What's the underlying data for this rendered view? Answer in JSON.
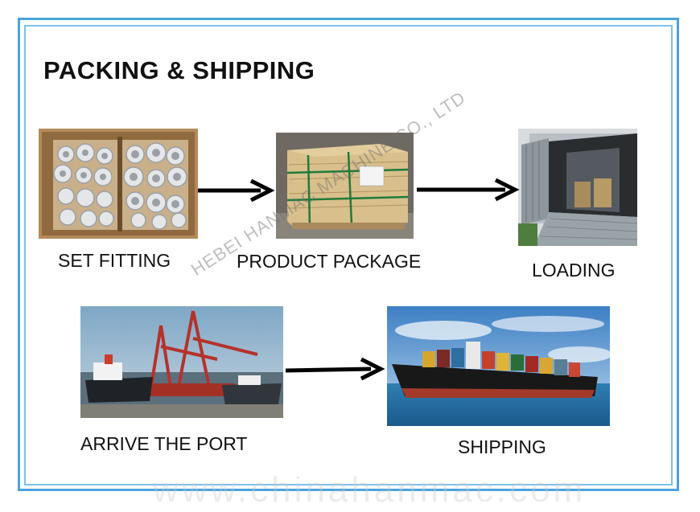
{
  "title": "PACKING & SHIPPING",
  "captions": {
    "set_fitting": "SET FITTING",
    "product_package": "PRODUCT PACKAGE",
    "loading": "LOADING",
    "arrive_port": "ARRIVE THE PORT",
    "shipping": "SHIPPING"
  },
  "watermark": {
    "diagonal": "HEBEI HANMAC MACHINE CO., LTD",
    "url": "www.chinahanmac.com"
  },
  "colors": {
    "frame_outer": "#4aa3df",
    "frame_inner": "#7cc0ea",
    "text": "#111111",
    "arrow": "#000000"
  }
}
